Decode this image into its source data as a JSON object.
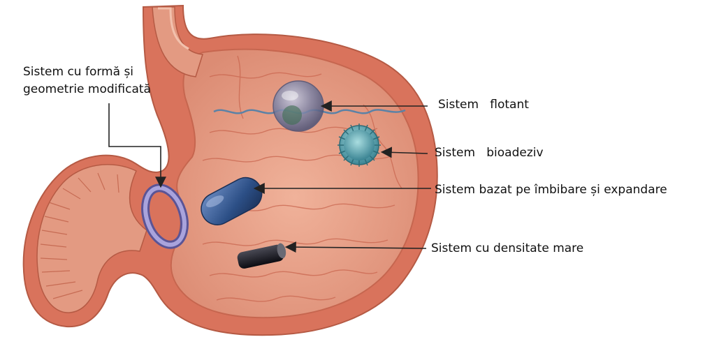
{
  "labels": {
    "shape_line1": "Sistem cu formă și",
    "shape_line2": "geometrie modificată",
    "floating": "Sistem   flotant",
    "bioadhesive": "Sistem   bioadeziv",
    "swelling": "Sistem bazat pe îmbibare și expandare",
    "high_density": "Sistem cu densitate mare"
  },
  "colors": {
    "stomach_wall": "#d9735c",
    "stomach_inner": "#e9a48c",
    "mucosa_fold": "#c9664f",
    "esophagus_lumen": "#f2c1ad",
    "fluid_line": "#5b82a6",
    "floating_sphere": "#7f86a8",
    "bioadhesive_disc": "#5fa7b2",
    "swelling_capsule": "#2c4f86",
    "ring": "#8a84c4",
    "dense_capsule": "#1d1d24",
    "arrow": "#222222"
  }
}
